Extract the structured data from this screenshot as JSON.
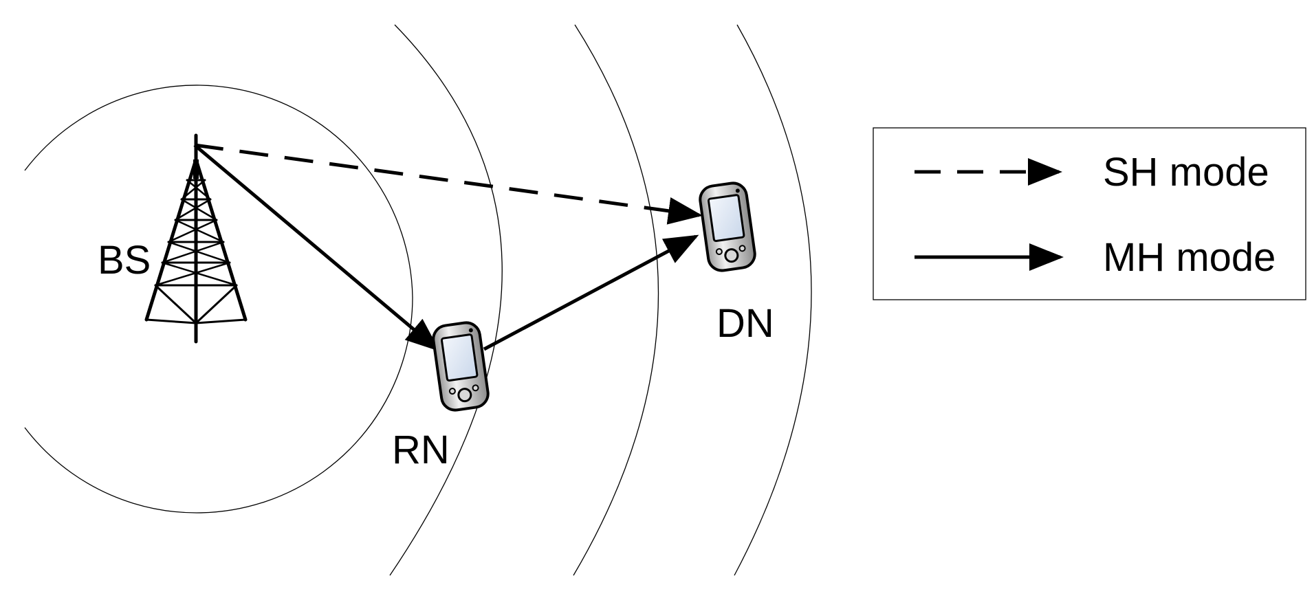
{
  "nodes": {
    "bs": {
      "label": "BS",
      "icon": "cell-tower-icon"
    },
    "rn": {
      "label": "RN",
      "icon": "mobile-device-icon"
    },
    "dn": {
      "label": "DN",
      "icon": "mobile-device-icon"
    }
  },
  "links": [
    {
      "from": "BS",
      "to": "DN",
      "style": "dashed",
      "mode": "SH mode"
    },
    {
      "from": "BS",
      "to": "RN",
      "style": "solid",
      "mode": "MH mode"
    },
    {
      "from": "RN",
      "to": "DN",
      "style": "solid",
      "mode": "MH mode"
    }
  ],
  "legend": {
    "sh_label": "SH mode",
    "mh_label": "MH mode"
  },
  "colors": {
    "stroke": "#000000",
    "device_body": "#c8c8c8",
    "device_screen": "#dde6f2"
  }
}
